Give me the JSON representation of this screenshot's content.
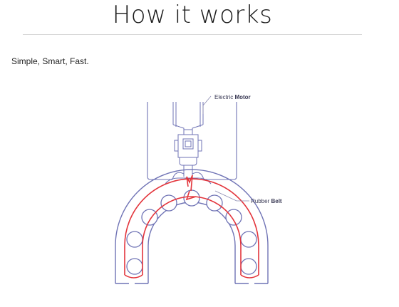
{
  "header": {
    "title": "How it works"
  },
  "intro": {
    "tagline": "Simple, Smart, Fast."
  },
  "diagram": {
    "motor_label": {
      "normal": "Electric ",
      "bold": "Motor"
    },
    "belt_label": {
      "normal": "Rubber ",
      "bold": "Belt"
    },
    "colors": {
      "outline": "#6f73b5",
      "belt": "#e3343b",
      "leader": "#8a8ab0"
    }
  }
}
